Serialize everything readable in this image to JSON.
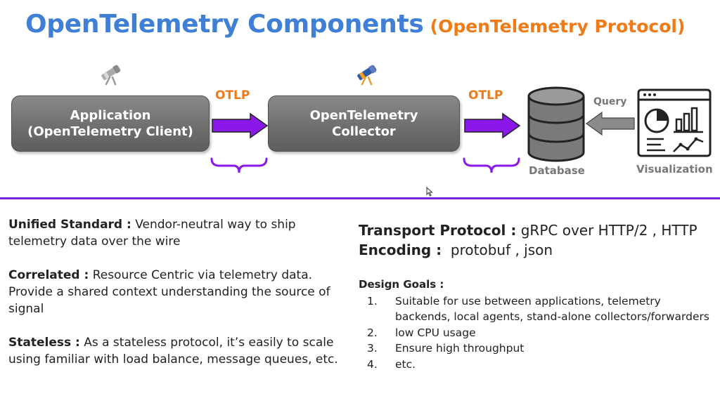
{
  "title": {
    "main": "OpenTelemetry Components",
    "sub": "(OpenTelemetry Protocol)"
  },
  "diagram": {
    "app_box": {
      "line1": "Application",
      "line2": "(OpenTelemetry Client)"
    },
    "collector_box": {
      "line1": "OpenTelemetry",
      "line2": "Collector"
    },
    "otlp_label_1": "OTLP",
    "otlp_label_2": "OTLP",
    "query_label": "Query",
    "database_label": "Database",
    "visualization_label": "Visualization",
    "colors": {
      "title_blue": "#3f7fd6",
      "accent_orange": "#f07b16",
      "arrow_purple": "#8b18e8",
      "divider": "#7a22e0"
    },
    "icons": [
      "telescope-icon",
      "telescope-icon",
      "database-icon",
      "dashboard-icon"
    ]
  },
  "left": {
    "unified": {
      "label": "Unified Standard :",
      "text": " Vendor-neutral way to ship telemetry data over the wire"
    },
    "correlated": {
      "label": "Correlated :",
      "text": " Resource Centric via telemetry data. Provide a shared context understanding the source of signal"
    },
    "stateless": {
      "label": "Stateless :",
      "text": " As a stateless protocol, it’s easily to scale using familiar with load balance, message queues, etc."
    }
  },
  "right": {
    "transport": {
      "label": "Transport Protocol :",
      "value": " gRPC over HTTP/2 , HTTP"
    },
    "encoding": {
      "label": "Encoding :",
      "value": "  protobuf , json"
    },
    "design_goals_title": "Design Goals :",
    "design_goals": [
      {
        "num": "1.",
        "text": "Suitable for use between applications, telemetry backends, local agents, stand-alone collectors/forwarders"
      },
      {
        "num": "2.",
        "text": "low CPU usage"
      },
      {
        "num": "3.",
        "text": "Ensure high throughput"
      },
      {
        "num": "4.",
        "text": "etc."
      }
    ]
  }
}
